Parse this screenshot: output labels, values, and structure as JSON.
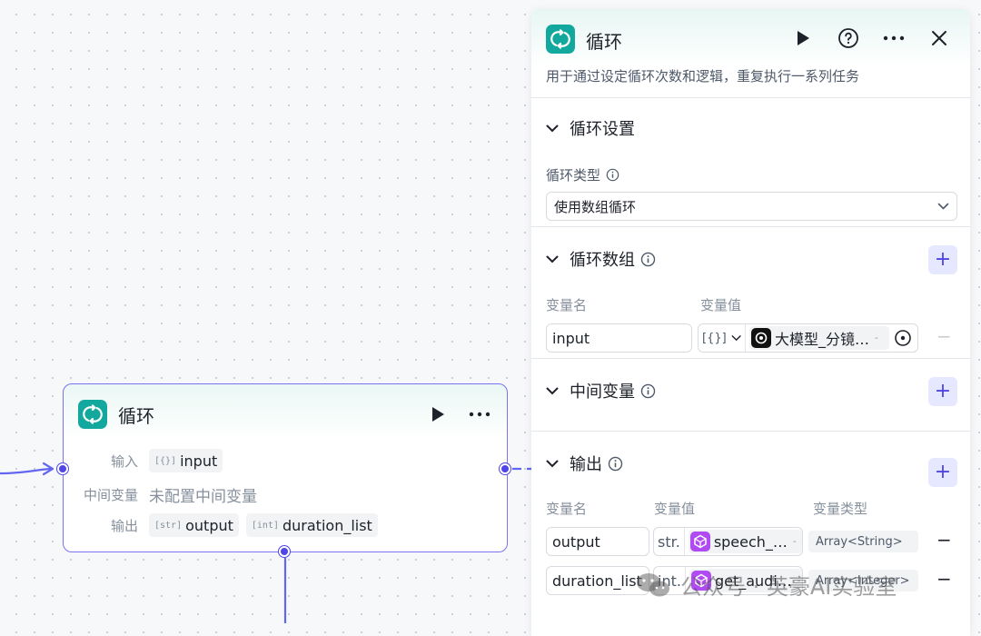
{
  "node": {
    "title": "循环",
    "input_label": "输入",
    "input_type": "[{}]",
    "input_name": "input",
    "mid_label": "中间变量",
    "mid_placeholder": "未配置中间变量",
    "output_label": "输出",
    "outputs": [
      {
        "type": "[str]",
        "name": "output"
      },
      {
        "type": "[int]",
        "name": "duration_list"
      }
    ]
  },
  "panel": {
    "title": "循环",
    "description": "用于通过设定循环次数和逻辑，重复执行一系列任务",
    "loop_settings": {
      "title": "循环设置",
      "type_label": "循环类型",
      "type_value": "使用数组循环"
    },
    "loop_array": {
      "title": "循环数组",
      "col_name": "变量名",
      "col_value": "变量值",
      "row": {
        "name": "input",
        "type_badge": "[{}]",
        "ref": "大模型_分镜…",
        "ref_suffix": "-"
      }
    },
    "mid_vars": {
      "title": "中间变量"
    },
    "outputs": {
      "title": "输出",
      "col_name": "变量名",
      "col_value": "变量值",
      "col_type": "变量类型",
      "rows": [
        {
          "name": "output",
          "type_badge": "str.",
          "ref": "speech_…",
          "ref_suffix": "-",
          "var_type": "Array<String>"
        },
        {
          "name": "duration_list",
          "type_badge": "int.",
          "ref": "get_audi…",
          "ref_suffix": "-",
          "var_type": "Array<Integer>"
        }
      ]
    }
  },
  "watermark": "公众号 · 英豪AI实验室",
  "colors": {
    "accent": "#4f46e5",
    "loop_icon_bg": "#13a89e",
    "plugin_icon": "#b04bf2"
  }
}
